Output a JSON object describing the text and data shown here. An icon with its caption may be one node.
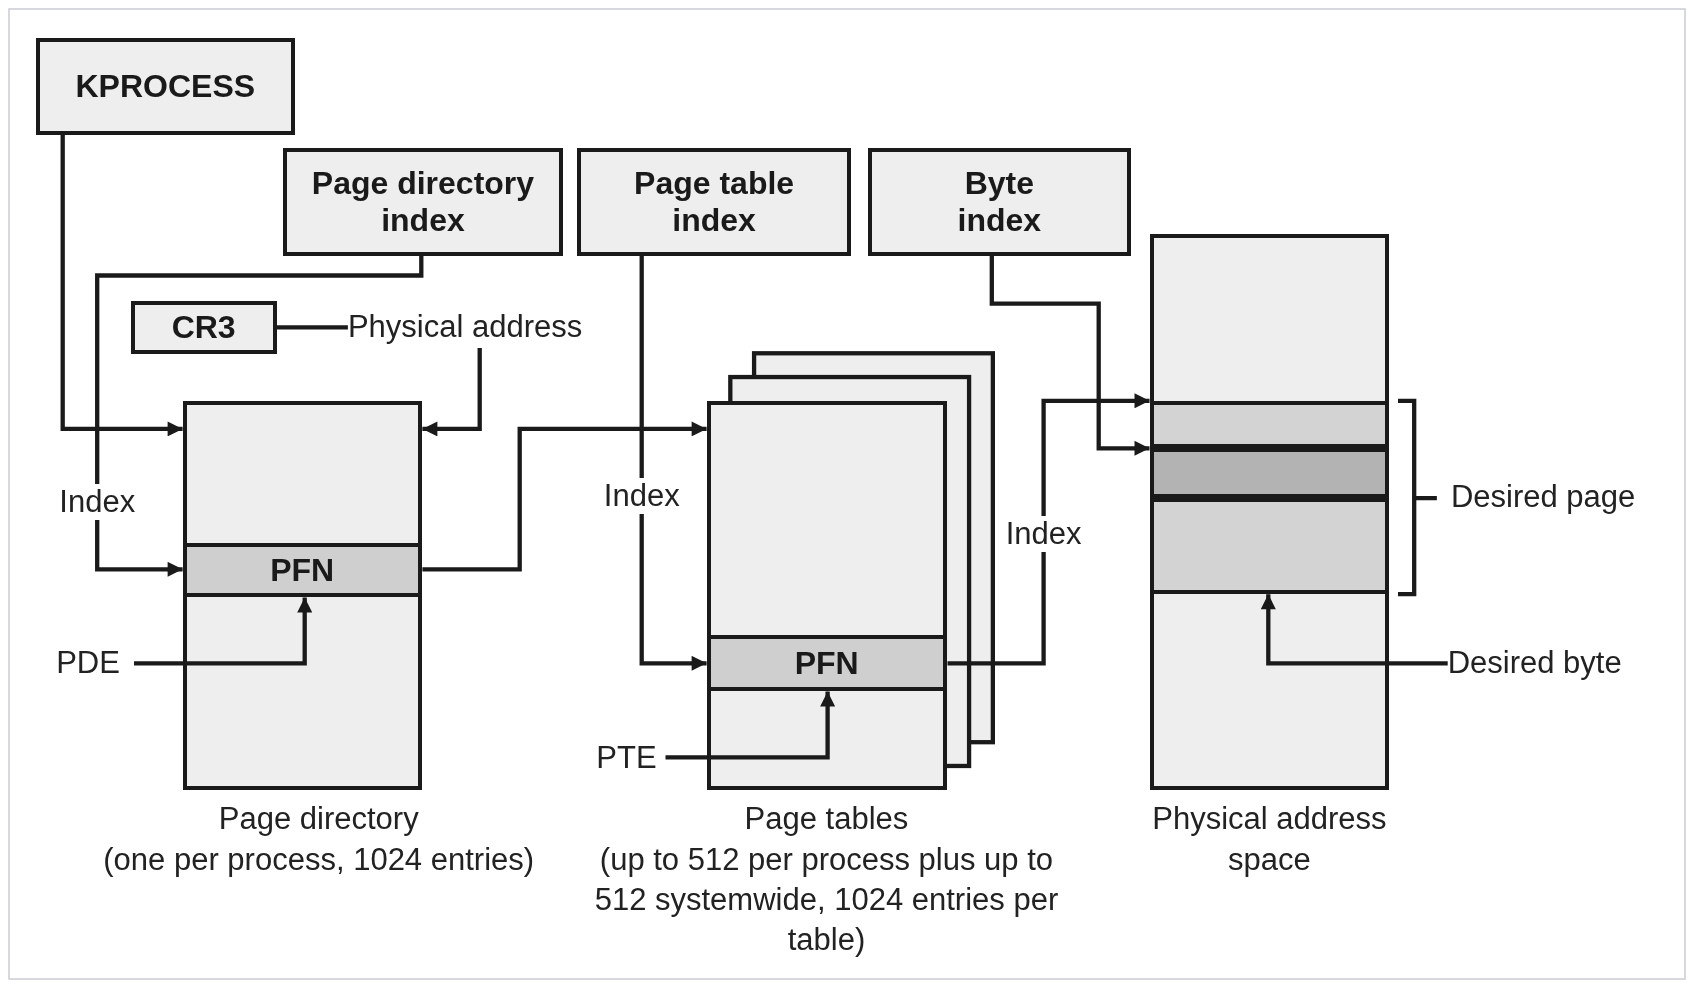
{
  "diagram": {
    "nodes": [
      {
        "text": [
          "KPROCESS"
        ]
      },
      {
        "text": [
          "Page directory index"
        ]
      },
      {
        "text": [
          "Page table index"
        ]
      },
      {
        "text": [
          "Byte index"
        ]
      },
      {
        "text": [
          "CR3"
        ]
      },
      {
        "text": [
          "Physical address"
        ]
      },
      {
        "text": [],
        "shape": "box",
        "beside": [
          "Page directory",
          "(one per process, 1024 entries)"
        ]
      },
      {
        "text": [
          "PFN"
        ],
        "in": 6
      },
      {
        "text": [],
        "shape": "box",
        "beside": [
          "Page tables",
          "(up to 512 per process plus up to 512 systemwide, 1024 entries per table)"
        ]
      },
      {
        "text": [
          "PFN"
        ],
        "in": 8
      },
      {
        "text": [],
        "shape": "box",
        "beside": [
          "Physical address space"
        ]
      },
      {
        "text": [],
        "shape": "bar",
        "in": 10
      },
      {
        "text": [],
        "shape": "bar",
        "in": 10
      },
      {
        "text": [],
        "shape": "bar",
        "in": 10
      },
      {
        "text": [
          "PDE"
        ]
      },
      {
        "text": [
          "PTE"
        ]
      },
      {
        "text": [
          "Desired byte"
        ]
      }
    ],
    "edges": [
      {
        "from": 0,
        "to": 6,
        "arrow": "to"
      },
      {
        "from": 1,
        "to": 7,
        "arrow": "to",
        "label": "Index"
      },
      {
        "from": 4,
        "to": 5,
        "arrow": "none"
      },
      {
        "from": 5,
        "to": 6,
        "arrow": "to"
      },
      {
        "from": 7,
        "to": 8,
        "arrow": "to"
      },
      {
        "from": 2,
        "to": 9,
        "arrow": "to",
        "label": "Index"
      },
      {
        "from": 9,
        "to": 11,
        "arrow": "to",
        "label": "Index"
      },
      {
        "from": 3,
        "to": 12,
        "arrow": "to"
      },
      {
        "from": 14,
        "to": 7,
        "arrow": "to"
      },
      {
        "from": 15,
        "to": 9,
        "arrow": "to"
      },
      {
        "from": 16,
        "to": 13,
        "arrow": "to"
      }
    ],
    "labels": [
      "Desired page"
    ]
  }
}
